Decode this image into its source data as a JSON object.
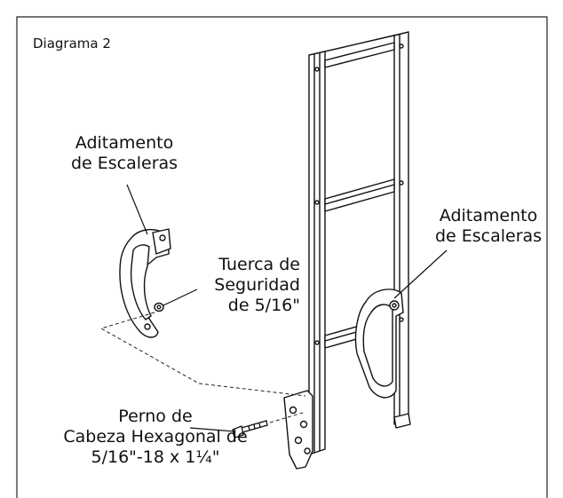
{
  "diagram": {
    "title": "Diagrama 2",
    "callouts": {
      "bracket_left": [
        "Aditamento",
        "de Escaleras"
      ],
      "bracket_right": [
        "Aditamento",
        "de Escaleras"
      ],
      "lock_nut": [
        "Tuerca de",
        "Seguridad",
        "de 5/16\""
      ],
      "hex_bolt": [
        "Perno de",
        "Cabeza Hexagonal de",
        "5/16\"-18 x 1¼\""
      ]
    }
  }
}
